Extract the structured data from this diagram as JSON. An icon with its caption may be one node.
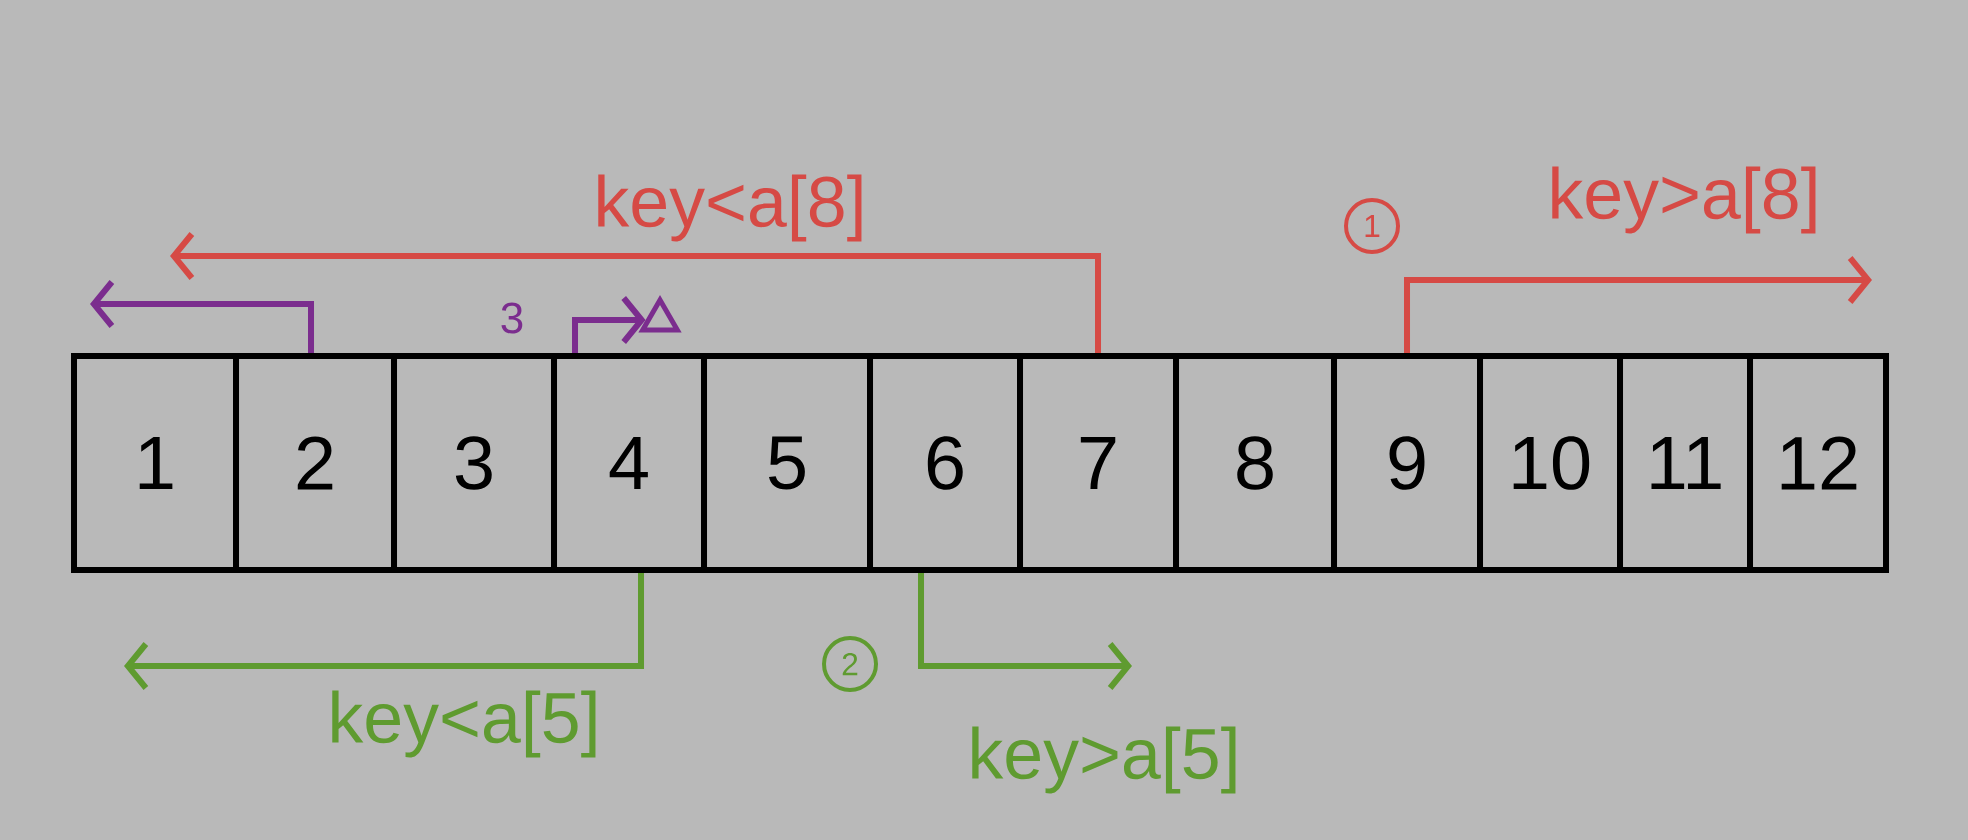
{
  "diagram": {
    "nodes": [
      {
        "text": [
          "1"
        ]
      },
      {
        "text": [
          "2"
        ]
      },
      {
        "text": [
          "3"
        ]
      },
      {
        "text": [
          "4"
        ]
      },
      {
        "text": [
          "5"
        ]
      },
      {
        "text": [
          "6"
        ]
      },
      {
        "text": [
          "7"
        ]
      },
      {
        "text": [
          "8"
        ]
      },
      {
        "text": [
          "9"
        ]
      },
      {
        "text": [
          "10"
        ]
      },
      {
        "text": [
          "11"
        ]
      },
      {
        "text": [
          "12"
        ]
      },
      {
        "text": [],
        "shape": "triangle"
      }
    ],
    "edges": [
      {
        "from": 6,
        "to": null,
        "arrow": "to",
        "label": "key<a[8]",
        "color": "#d64a45"
      },
      {
        "from": 8,
        "to": null,
        "arrow": "to",
        "label": "key>a[8]",
        "color": "#d64a45"
      },
      {
        "from": 1,
        "to": null,
        "arrow": "to",
        "color": "#7b2d8e"
      },
      {
        "from": 3,
        "to": 12,
        "arrow": "to",
        "color": "#7b2d8e"
      },
      {
        "from": 3,
        "to": null,
        "arrow": "to",
        "label": "key<a[5]",
        "color": "#5f9b30"
      },
      {
        "from": 5,
        "to": null,
        "arrow": "to",
        "label": "key>a[5]",
        "color": "#5f9b30"
      }
    ],
    "labels": [
      "1",
      "3",
      "2"
    ]
  }
}
